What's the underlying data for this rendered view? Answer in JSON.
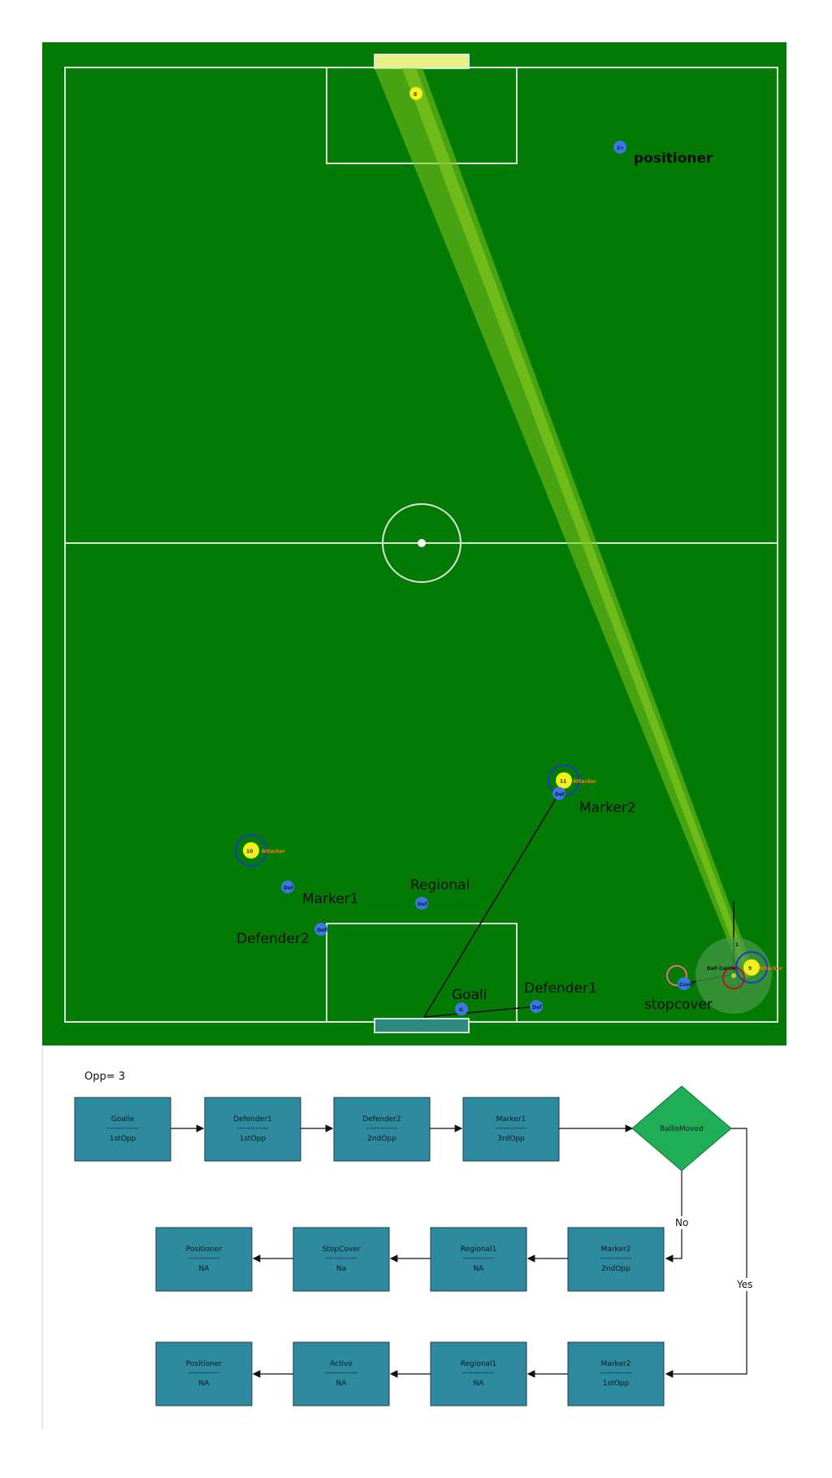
{
  "field": {
    "colors": {
      "grass": "#037a03",
      "lines": "#d8e8d8",
      "beam": "#7fc41e",
      "goal_top": "#e8f08a",
      "goal_bottom": "#2e8a80",
      "robot_blue": "#3b78e0",
      "robot_yellow": "#f2f21a",
      "tag_orange": "#ff7a00"
    },
    "opponents": [
      {
        "id": "opp-top",
        "number": "8"
      },
      {
        "id": "opp-11",
        "number": "11",
        "tag": "Attacker"
      },
      {
        "id": "opp-10",
        "number": "10",
        "tag": "Attacker"
      },
      {
        "id": "opp-9",
        "number": "9",
        "tag": "Attacker"
      }
    ],
    "teammates": [
      {
        "id": "tm-positioner",
        "number": "2+"
      },
      {
        "id": "tm-marker2",
        "number": "Def"
      },
      {
        "id": "tm-marker1",
        "number": "Def"
      },
      {
        "id": "tm-regional",
        "number": "Def"
      },
      {
        "id": "tm-defender2",
        "number": "Def"
      },
      {
        "id": "tm-goalie",
        "number": "G"
      },
      {
        "id": "tm-defender1",
        "number": "Def"
      },
      {
        "id": "tm-stopcover",
        "number": "Cover"
      }
    ],
    "role_labels": {
      "positioner": "positioner",
      "marker2": "Marker2",
      "marker1": "Marker1",
      "regional": "Regional",
      "defender2": "Defender2",
      "goali": "Goali",
      "defender1": "Defender1",
      "stopcover": "stopcover"
    },
    "ball_tag": "Ball Carrier"
  },
  "flowchart": {
    "opp_label": "Opp= 3",
    "separator": "------------",
    "row1": [
      {
        "title": "Goalie",
        "target": "1stOpp"
      },
      {
        "title": "Defender1",
        "target": "1stOpp"
      },
      {
        "title": "Defender2",
        "target": "2ndOpp"
      },
      {
        "title": "Marker1",
        "target": "3rdOpp"
      }
    ],
    "decision": "BallisMoved",
    "no_label": "No",
    "yes_label": "Yes",
    "row2": [
      {
        "title": "Marker2",
        "target": "2ndOpp"
      },
      {
        "title": "Regional1",
        "target": "NA"
      },
      {
        "title": "StopCover",
        "target": "Na"
      },
      {
        "title": "Positioner",
        "target": "NA"
      }
    ],
    "row3": [
      {
        "title": "Marker2",
        "target": "1stOpp"
      },
      {
        "title": "Regional1",
        "target": "NA"
      },
      {
        "title": "Active",
        "target": "NA"
      },
      {
        "title": "Positioner",
        "target": "NA"
      }
    ],
    "colors": {
      "box": "#2e8a9e",
      "box_border": "#1f3d4a",
      "decision": "#1fae55",
      "decision_border": "#146e36",
      "arrow": "#111111"
    }
  }
}
